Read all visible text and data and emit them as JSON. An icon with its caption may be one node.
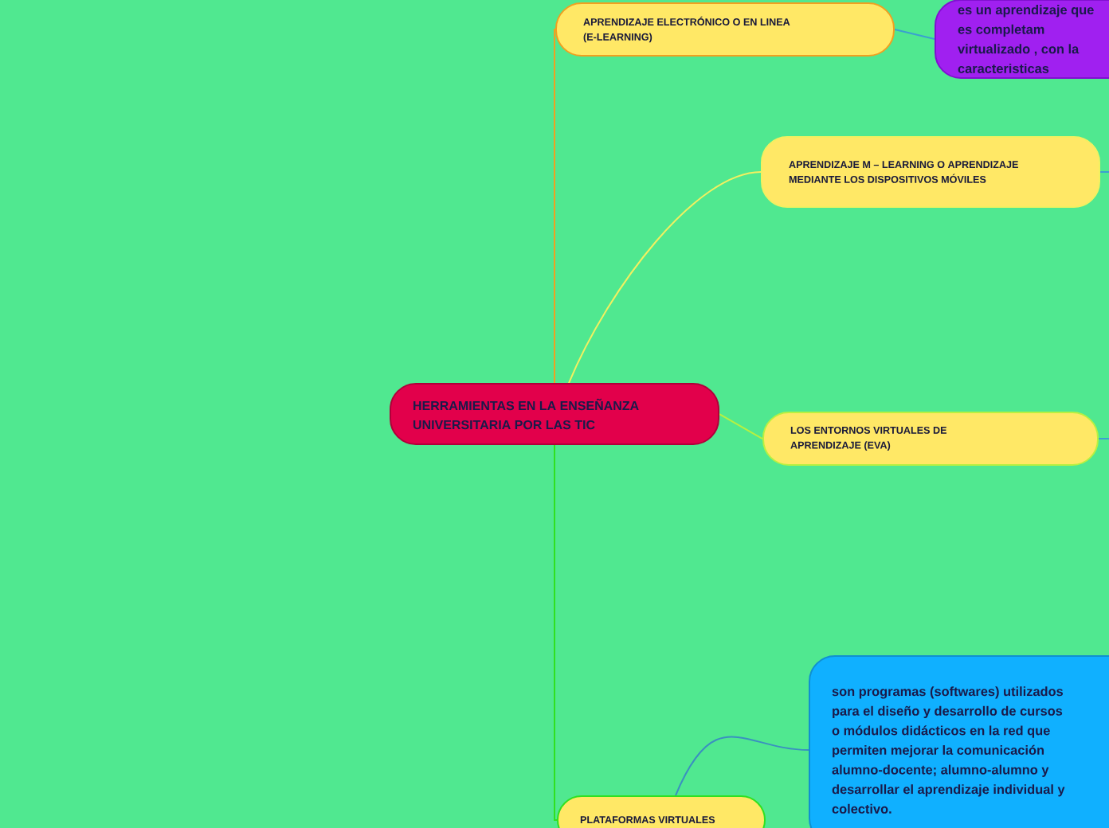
{
  "diagram": {
    "nodes": [
      {
        "text": [
          "HERRAMIENTAS EN LA ENSEÑANZA UNIVERSITARIA POR LAS TIC"
        ]
      },
      {
        "text": [
          "APRENDIZAJE ELECTRÓNICO O EN LINEA (E-LEARNING)"
        ]
      },
      {
        "text": [
          "APRENDIZAJE M – LEARNING O APRENDIZAJE MEDIANTE LOS DISPOSITIVOS MÓVILES"
        ]
      },
      {
        "text": [
          "LOS ENTORNOS VIRTUALES DE APRENDIZAJE (EVA)"
        ]
      },
      {
        "text": [
          "PLATAFORMAS VIRTUALES"
        ]
      },
      {
        "text": [
          "es un aprendizaje que es completam virtualizado , con la caracteristicas"
        ]
      },
      {
        "text": [
          "son programas (softwares) utilizados para el diseño y desarrollo de cursos o módulos didácticos en la red que permiten mejorar la comunicación alumno-docente; alumno-alumno y desarrollar el aprendizaje individual y colectivo."
        ]
      }
    ],
    "edges": [
      {
        "from": 0,
        "to": 1,
        "arrow": "none",
        "color": "#f0a020"
      },
      {
        "from": 0,
        "to": 2,
        "arrow": "none",
        "color": "#f2f060"
      },
      {
        "from": 0,
        "to": 3,
        "arrow": "none",
        "color": "#b8f040"
      },
      {
        "from": 0,
        "to": 4,
        "arrow": "none",
        "color": "#30e020"
      },
      {
        "from": 1,
        "to": 5,
        "arrow": "none",
        "color": "#3aa0d0"
      },
      {
        "from": 4,
        "to": 6,
        "arrow": "none",
        "color": "#3a90c0"
      },
      {
        "from": 2,
        "to": null,
        "arrow": "none",
        "color": "#3aa0d0"
      },
      {
        "from": 3,
        "to": null,
        "arrow": "none",
        "color": "#3aa0d0"
      }
    ]
  }
}
